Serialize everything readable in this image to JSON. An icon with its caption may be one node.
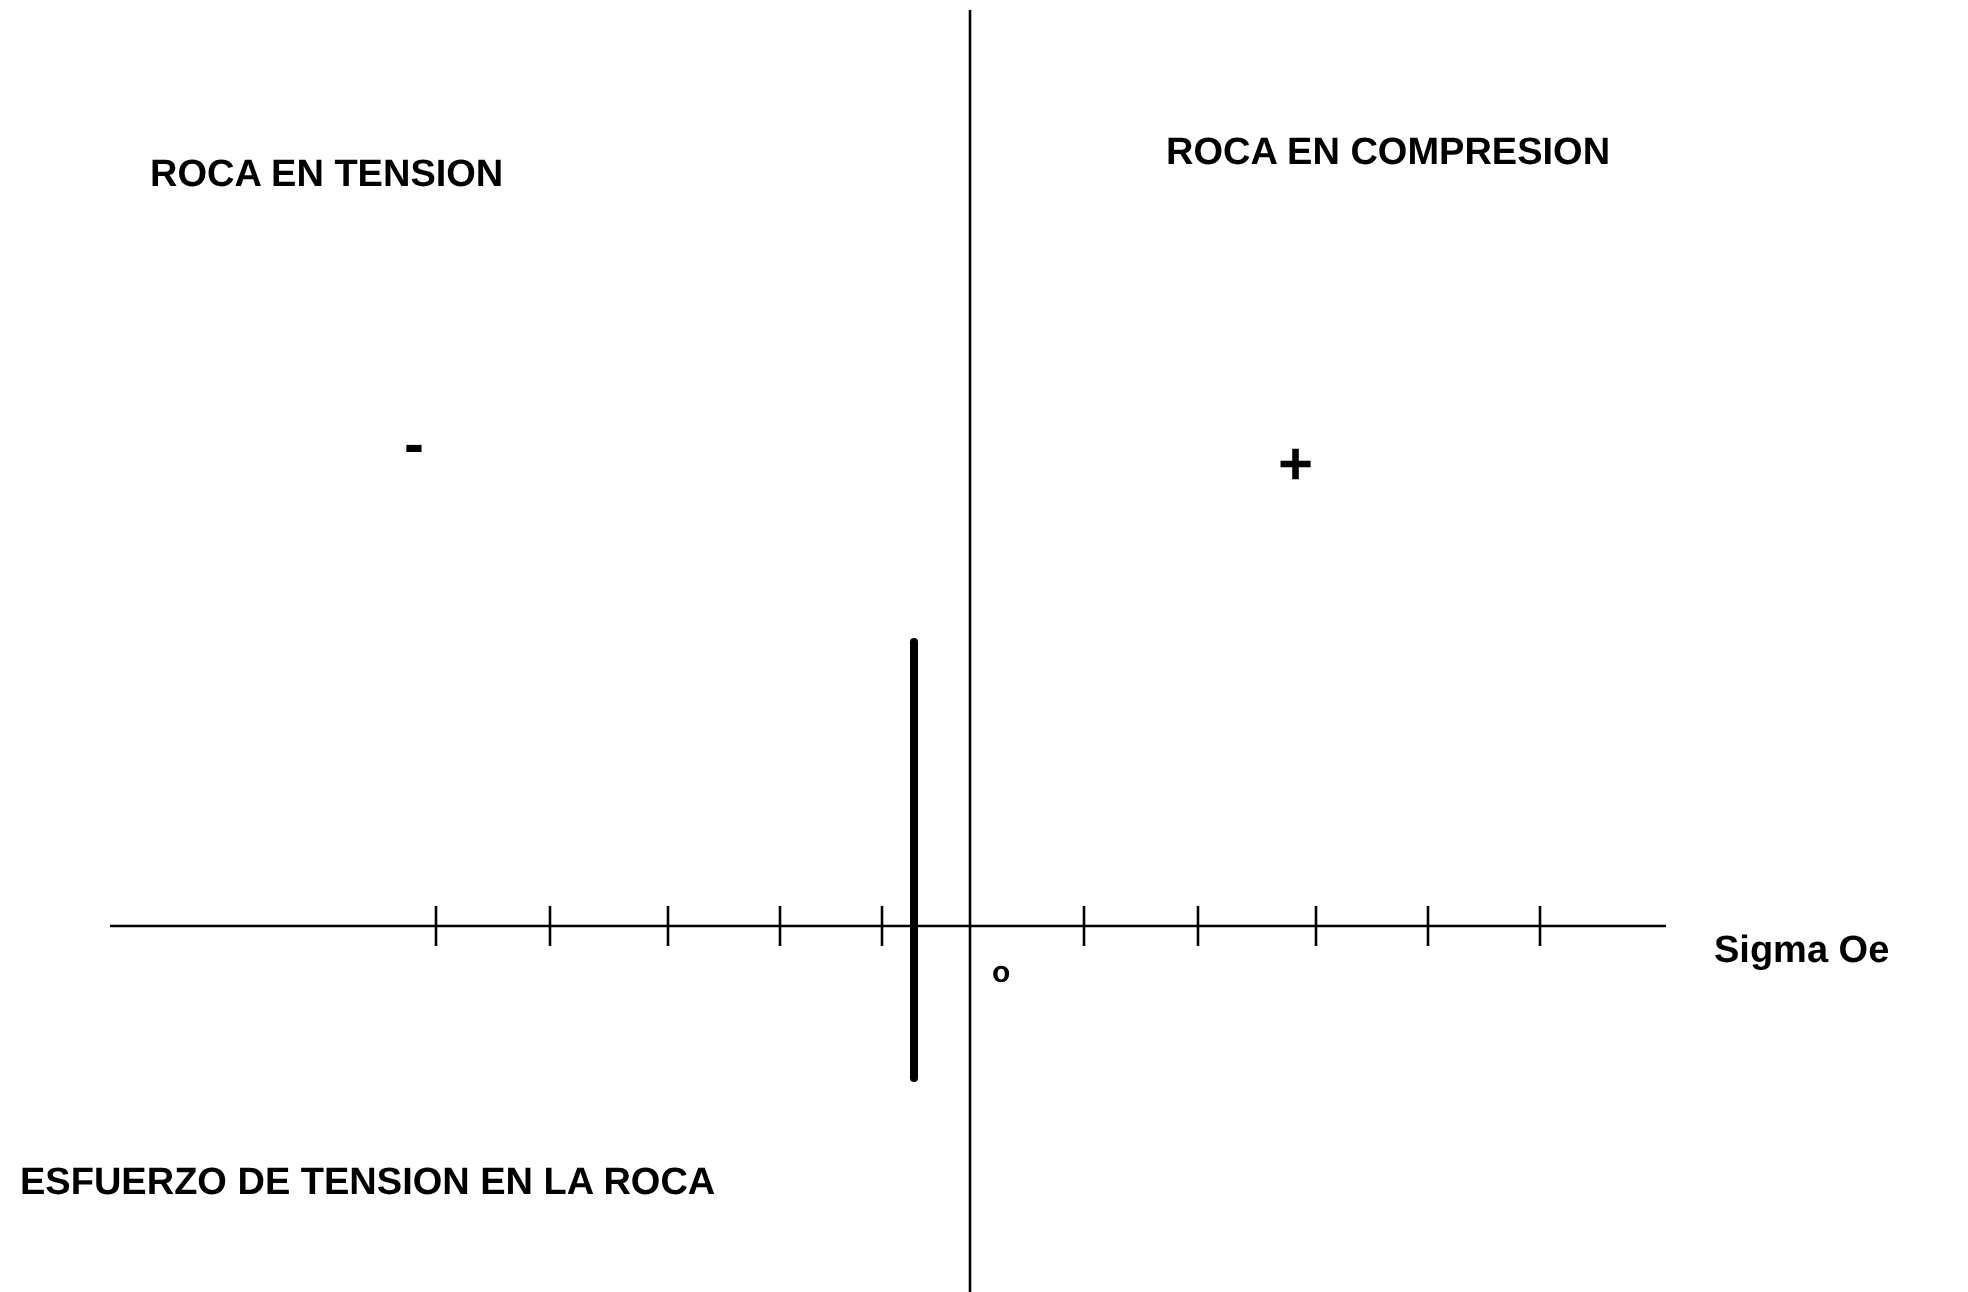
{
  "diagram": {
    "labels": [
      "ROCA EN TENSION",
      "ROCA EN COMPRESION",
      "-",
      "+",
      "o",
      "Sigma Oe",
      "ESFUERZO DE TENSION EN LA ROCA"
    ]
  }
}
